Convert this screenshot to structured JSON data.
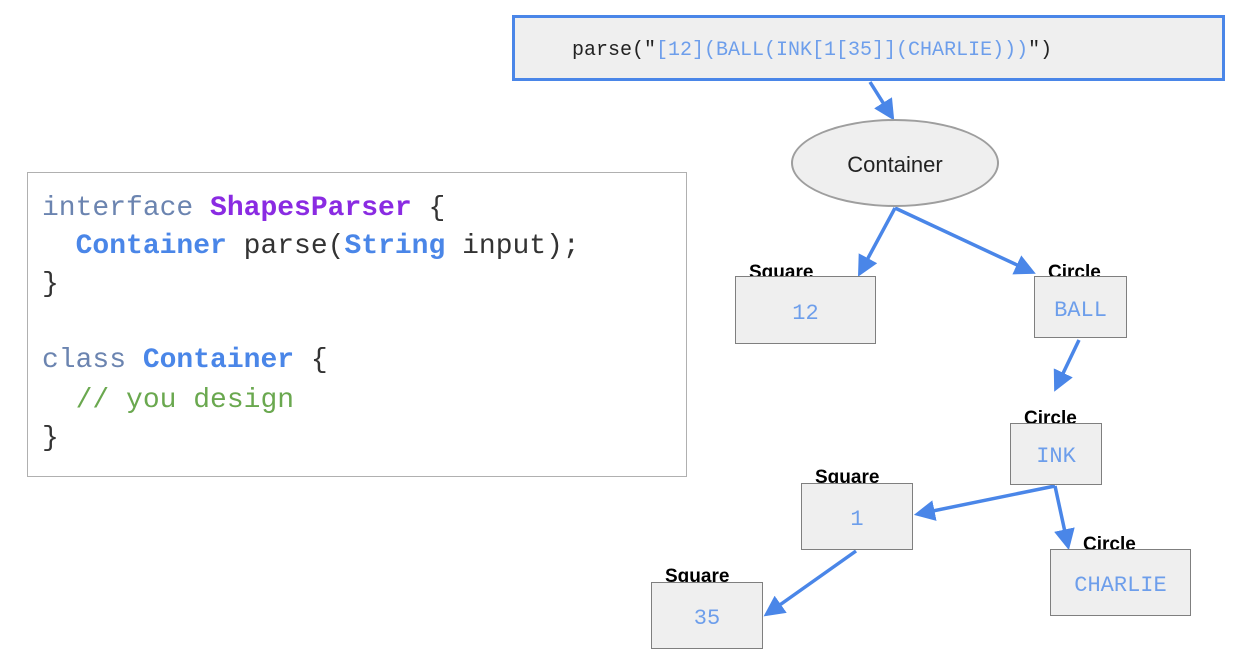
{
  "code": {
    "line1": {
      "kw": "interface ",
      "name": "ShapesParser",
      "brace": " {"
    },
    "line2": {
      "type1": "Container",
      "text1": " parse(",
      "type2": "String",
      "text2": " input);"
    },
    "line3": "}",
    "line4": {
      "kw": "class ",
      "name": "Container",
      "brace": " {"
    },
    "line5": "// you design",
    "line6": "}"
  },
  "parse_call": {
    "prefix": "parse(\"",
    "argument": "[12](BALL(INK[1[35]](CHARLIE)))",
    "suffix": "\")"
  },
  "tree": {
    "root": "Container",
    "nodes": [
      {
        "id": "square-12",
        "type_label": "Square",
        "value": "12"
      },
      {
        "id": "circle-ball",
        "type_label": "Circle",
        "value": "BALL"
      },
      {
        "id": "circle-ink",
        "type_label": "Circle",
        "value": "INK"
      },
      {
        "id": "square-1",
        "type_label": "Square",
        "value": "1"
      },
      {
        "id": "circle-charlie",
        "type_label": "Circle",
        "value": "CHARLIE"
      },
      {
        "id": "square-35",
        "type_label": "Square",
        "value": "35"
      }
    ]
  },
  "colors": {
    "arrow": "#4a86e8",
    "node_value": "#6d9eeb",
    "keyword": "#6b84b0",
    "class_name": "#8a2be2",
    "type_name": "#4a86e8",
    "comment": "#6aa84f"
  }
}
